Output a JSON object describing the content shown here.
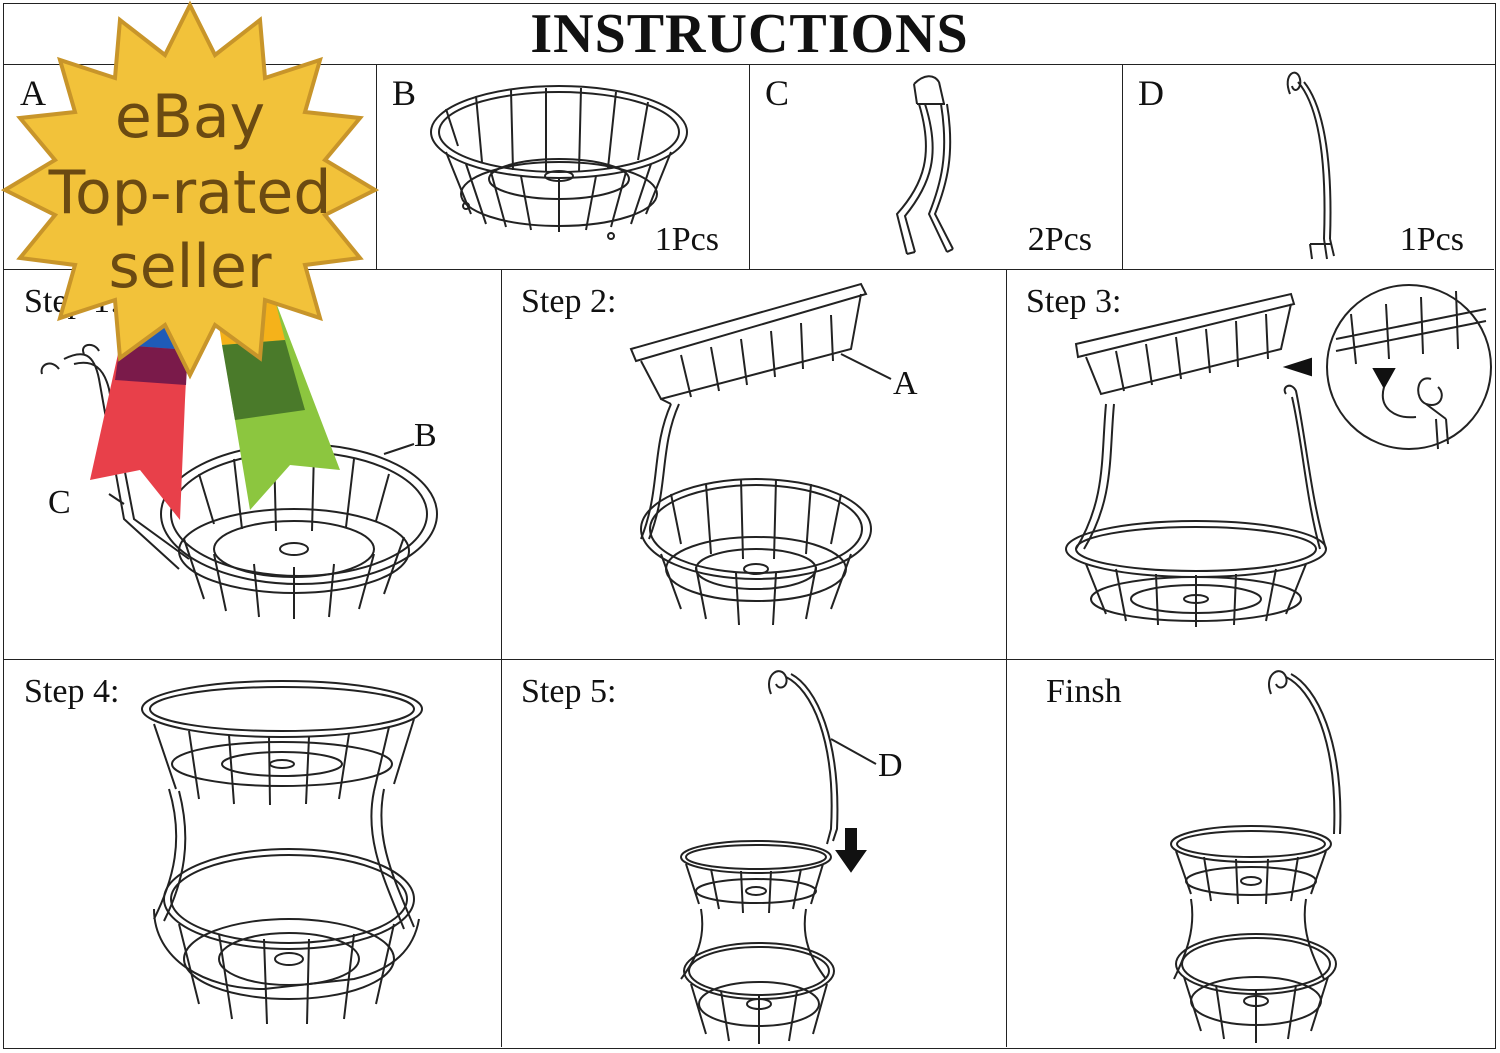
{
  "title": "INSTRUCTIONS",
  "parts": [
    {
      "letter": "A",
      "qty": ""
    },
    {
      "letter": "B",
      "qty": "1Pcs"
    },
    {
      "letter": "C",
      "qty": "2Pcs"
    },
    {
      "letter": "D",
      "qty": "1Pcs"
    }
  ],
  "steps": [
    {
      "label": "Step 1:",
      "callouts": [
        "C",
        "B"
      ]
    },
    {
      "label": "Step 2:",
      "callouts": [
        "A"
      ]
    },
    {
      "label": "Step 3:",
      "callouts": []
    },
    {
      "label": "Step 4:",
      "callouts": []
    },
    {
      "label": "Step 5:",
      "callouts": [
        "D"
      ]
    },
    {
      "label": "Finsh",
      "callouts": []
    }
  ],
  "badge": {
    "line1": "eBay",
    "line2": "Top-rated",
    "line3": "seller",
    "colors": {
      "seal": "#f2c23a",
      "seal_edge": "#c8952a",
      "text": "#6b4a12",
      "ribbon_left": [
        "#1e5bb8",
        "#7a1a4a",
        "#e8404a"
      ],
      "ribbon_right": [
        "#f5b21a",
        "#4a7a2a",
        "#8cc63f"
      ]
    }
  }
}
